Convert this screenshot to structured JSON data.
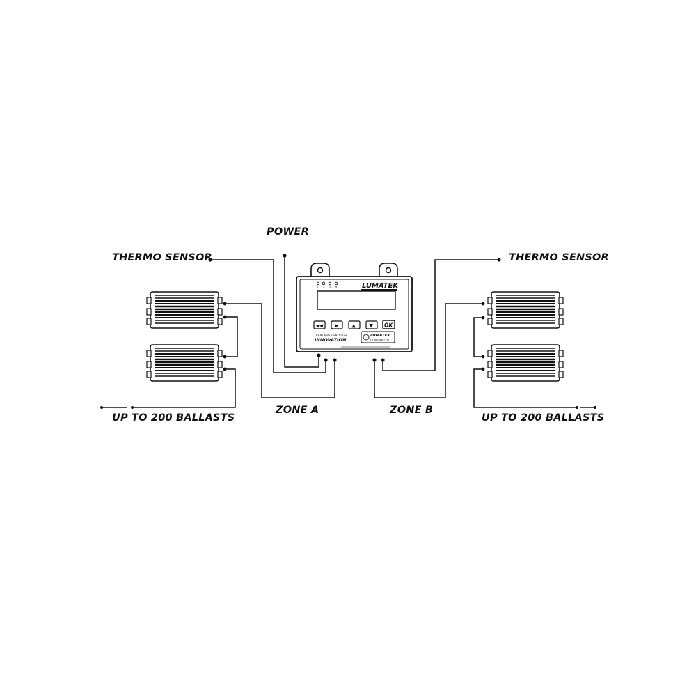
{
  "labels": {
    "power": "POWER",
    "thermo_left": "THERMO SENSOR",
    "thermo_right": "THERMO SENSOR",
    "zone_a": "ZONE A",
    "zone_b": "ZONE B",
    "ballasts_left": "UP TO 200 BALLASTS",
    "ballasts_right": "UP TO 200 BALLASTS"
  },
  "controller": {
    "brand": "LUMATEK",
    "slogan_top": "LEADING THROUGH",
    "slogan_bottom": "INNOVATION",
    "badge_top": "LUMATEK",
    "badge_bottom": "CONTROLLER",
    "led_labels": [
      "1",
      "2",
      "3",
      "4"
    ],
    "buttons": [
      {
        "icon": "rewind-icon",
        "glyph": "◀◀"
      },
      {
        "icon": "play-icon",
        "glyph": "▶"
      },
      {
        "icon": "arrow-up-icon",
        "glyph": "▲"
      },
      {
        "icon": "arrow-down-icon",
        "glyph": "▼"
      },
      {
        "icon": "ok-icon",
        "glyph": "OK"
      }
    ]
  },
  "colors": {
    "line": "#111111",
    "device_fill": "#ffffff"
  }
}
